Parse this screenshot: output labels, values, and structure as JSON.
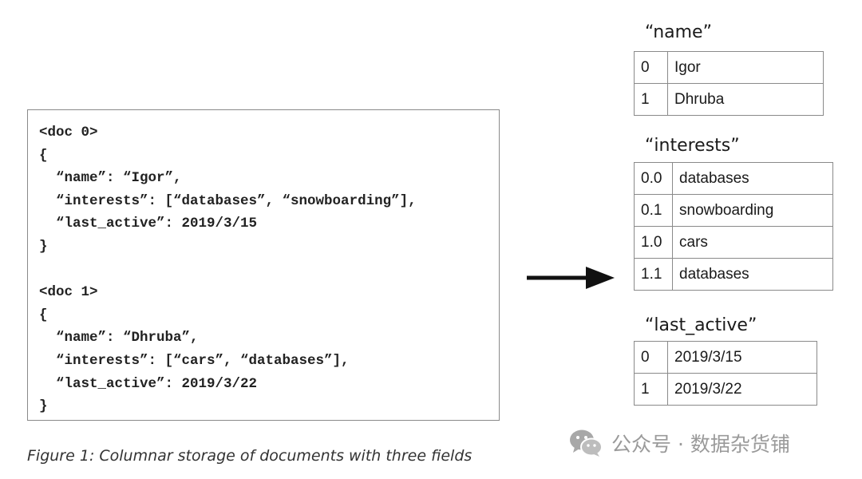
{
  "code": {
    "lines": [
      "<doc 0>",
      "{",
      "  “name”: “Igor”,",
      "  “interests”: [“databases”, “snowboarding”],",
      "  “last_active”: 2019/3/15",
      "}",
      "",
      "<doc 1>",
      "{",
      "  “name”: “Dhruba”,",
      "  “interests”: [“cars”, “databases”],",
      "  “last_active”: 2019/3/22",
      "}"
    ]
  },
  "columns": {
    "name": {
      "title": "“name”",
      "rows": [
        {
          "key": "0",
          "value": "Igor"
        },
        {
          "key": "1",
          "value": "Dhruba"
        }
      ]
    },
    "interests": {
      "title": "“interests”",
      "rows": [
        {
          "key": "0.0",
          "value": "databases"
        },
        {
          "key": "0.1",
          "value": "snowboarding"
        },
        {
          "key": "1.0",
          "value": "cars"
        },
        {
          "key": "1.1",
          "value": "databases"
        }
      ]
    },
    "last_active": {
      "title": "“last_active”",
      "rows": [
        {
          "key": "0",
          "value": "2019/3/15"
        },
        {
          "key": "1",
          "value": "2019/3/22"
        }
      ]
    }
  },
  "caption": "Figure 1: Columnar storage of documents with three fields",
  "watermark": {
    "icon": "wechat-icon",
    "text": "公众号 · 数据杂货铺"
  },
  "colors": {
    "border": "#8a8a8a",
    "arrow": "#111111",
    "watermark": "#9a9a9a"
  }
}
